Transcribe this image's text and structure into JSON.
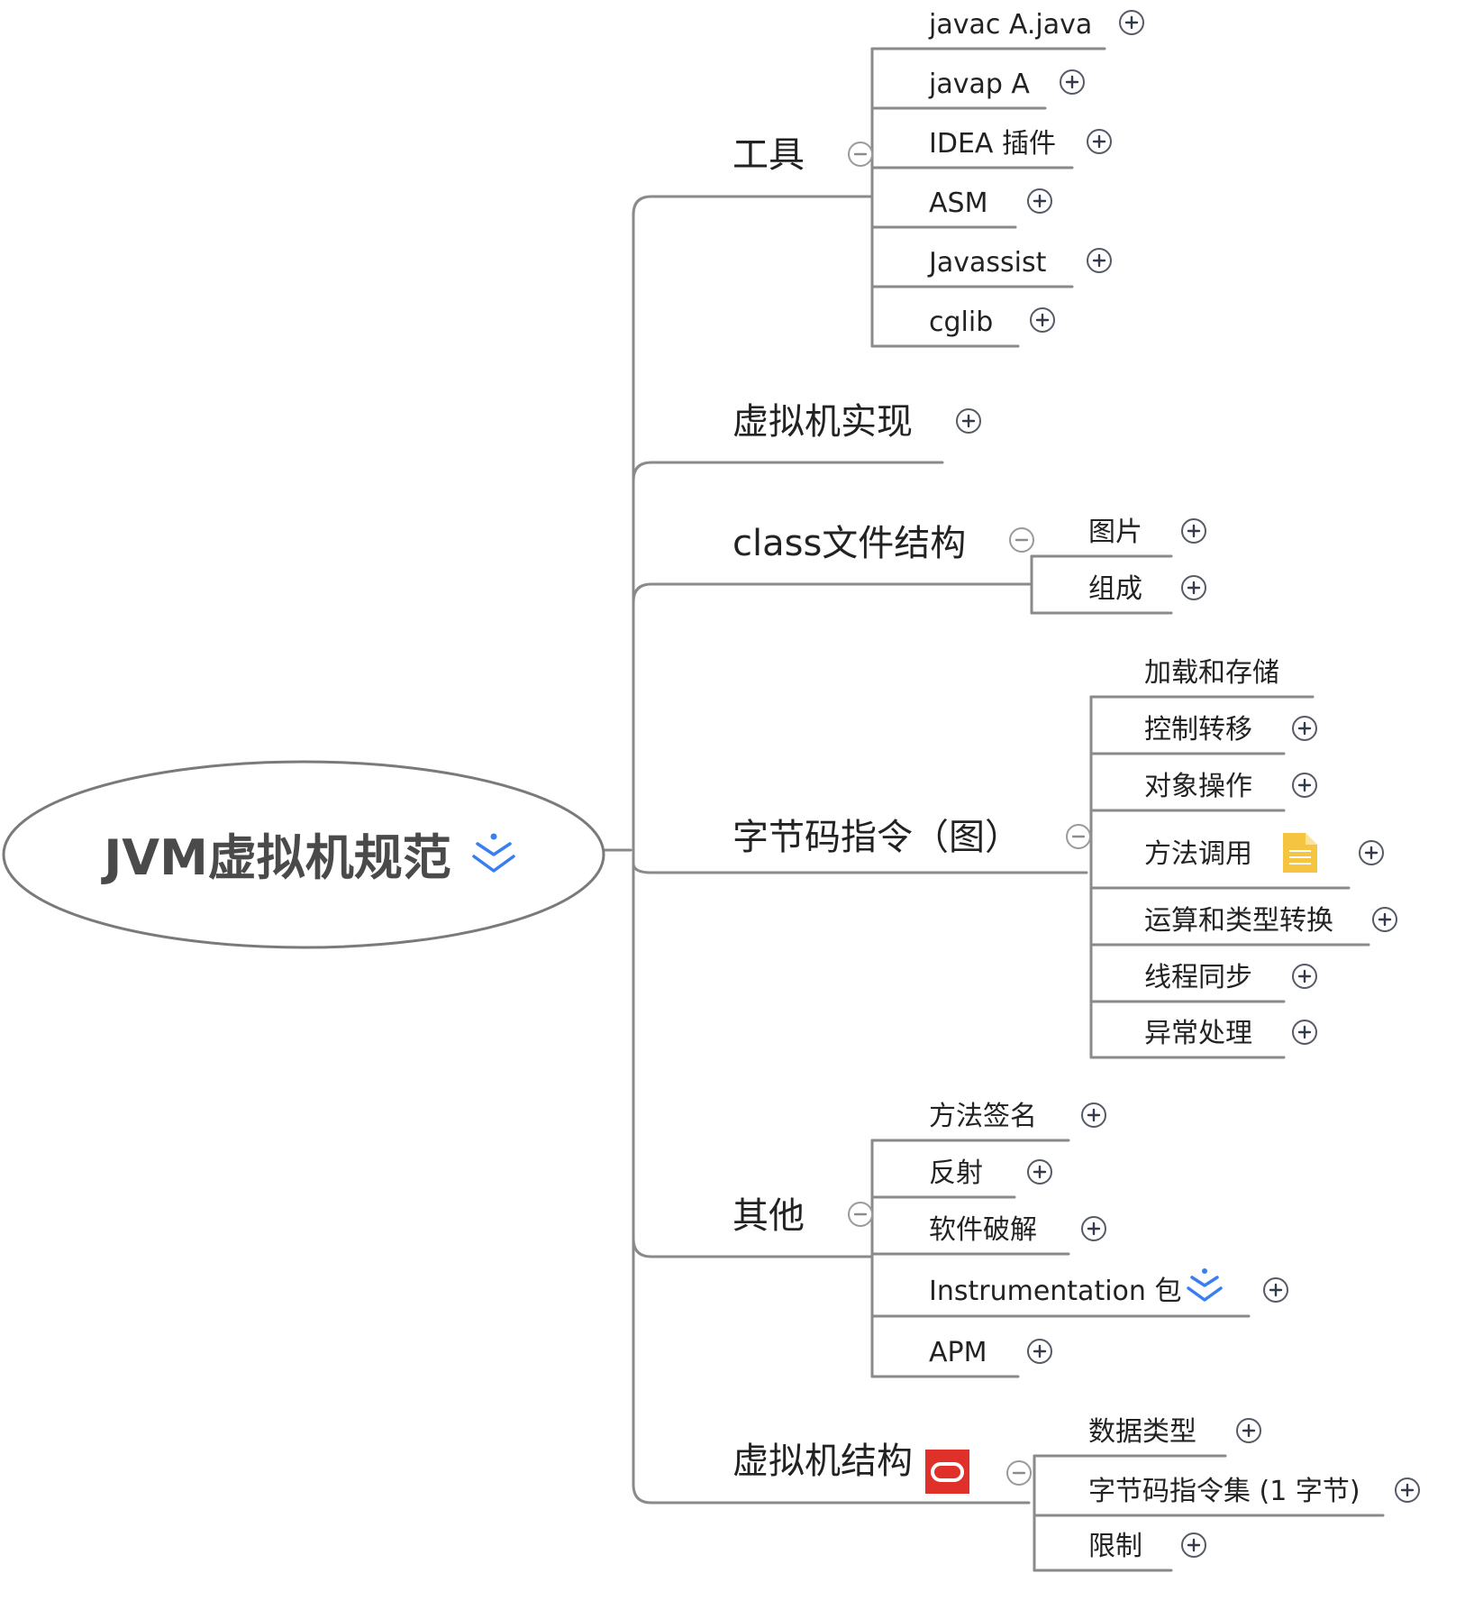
{
  "root": {
    "label": "JVM虚拟机规范",
    "icon": "expand-chevrons-icon",
    "accent": "#3a7ff0"
  },
  "branches": [
    {
      "label": "工具",
      "toggle": "collapse",
      "children": [
        {
          "label": "javac A.java",
          "toggle": "expand"
        },
        {
          "label": "javap A",
          "toggle": "expand"
        },
        {
          "label": "IDEA 插件",
          "toggle": "expand"
        },
        {
          "label": "ASM",
          "toggle": "expand"
        },
        {
          "label": "Javassist",
          "toggle": "expand"
        },
        {
          "label": "cglib",
          "toggle": "expand"
        }
      ]
    },
    {
      "label": "虚拟机实现",
      "toggle": "expand",
      "children": []
    },
    {
      "label": "class文件结构",
      "toggle": "collapse",
      "children": [
        {
          "label": "图片",
          "toggle": "expand"
        },
        {
          "label": "组成",
          "toggle": "expand"
        }
      ]
    },
    {
      "label": "字节码指令（图）",
      "toggle": "collapse",
      "children": [
        {
          "label": "加载和存储",
          "toggle": "none"
        },
        {
          "label": "控制转移",
          "toggle": "expand"
        },
        {
          "label": "对象操作",
          "toggle": "expand"
        },
        {
          "label": "方法调用",
          "toggle": "expand",
          "icon": "note-icon",
          "icon_color": "#f5c542"
        },
        {
          "label": "运算和类型转换",
          "toggle": "expand"
        },
        {
          "label": "线程同步",
          "toggle": "expand"
        },
        {
          "label": "异常处理",
          "toggle": "expand"
        }
      ]
    },
    {
      "label": "其他",
      "toggle": "collapse",
      "children": [
        {
          "label": "方法签名",
          "toggle": "expand"
        },
        {
          "label": "反射",
          "toggle": "expand"
        },
        {
          "label": "软件破解",
          "toggle": "expand"
        },
        {
          "label": "Instrumentation 包",
          "toggle": "expand",
          "icon": "expand-chevrons-icon"
        },
        {
          "label": "APM",
          "toggle": "expand"
        }
      ]
    },
    {
      "label": "虚拟机结构",
      "toggle": "collapse",
      "icon": "oracle-logo-icon",
      "icon_color": "#e0302a",
      "children": [
        {
          "label": "数据类型",
          "toggle": "expand"
        },
        {
          "label": "字节码指令集 (1 字节)",
          "toggle": "expand"
        },
        {
          "label": "限制",
          "toggle": "expand"
        }
      ]
    }
  ],
  "colors": {
    "line": "#8a8a8a",
    "toggle_expand": "#555a66",
    "toggle_collapse": "#9a9a9a",
    "text": "#222222"
  }
}
